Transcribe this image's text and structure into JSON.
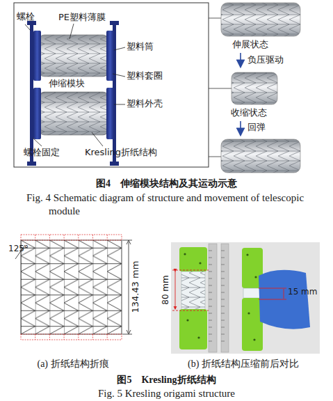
{
  "diagram": {
    "labels": [
      "螺栓",
      "PE塑料薄膜",
      "塑料筒",
      "伸缩模块",
      "塑料套圈",
      "塑料外壳",
      "螺栓固定",
      "Kresling折纸结构",
      "伸展状态",
      "负压驱动",
      "收缩状态",
      "回弹",
      "图4　伸缩模块结构及其运动示意",
      "Fig. 4 Schematic diagram of structure and movement of telescopic module",
      "125°",
      "134.43 mm",
      "80 mm",
      "15 mm",
      "(a) 折纸结构折痕",
      "(b) 折纸结构压缩前后对比",
      "图5　Kresling折纸结构",
      "Fig. 5 Kresling origami structure"
    ]
  }
}
